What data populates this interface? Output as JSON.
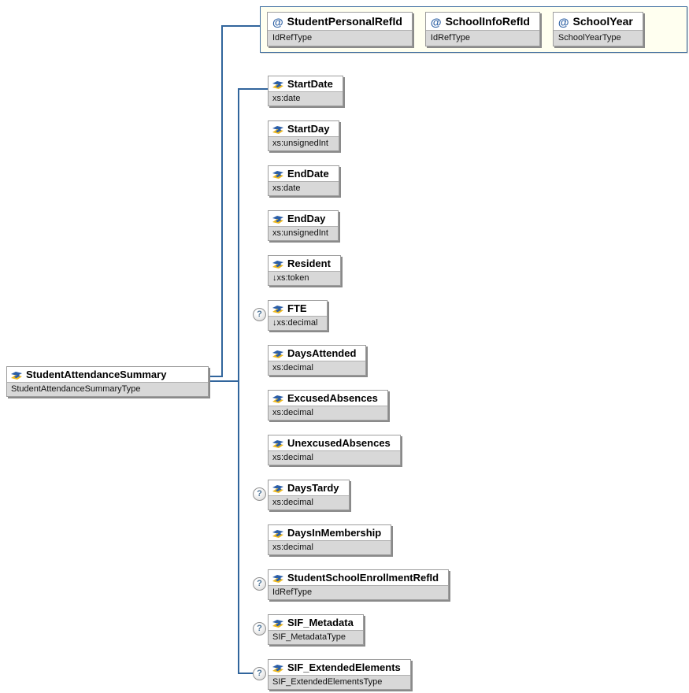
{
  "diagram": {
    "attribute_marker": "@",
    "optional_marker": "?",
    "root": {
      "name": "StudentAttendanceSummary",
      "type": "StudentAttendanceSummaryType"
    },
    "attributes": [
      {
        "name": "StudentPersonalRefId",
        "type": "IdRefType"
      },
      {
        "name": "SchoolInfoRefId",
        "type": "IdRefType"
      },
      {
        "name": "SchoolYear",
        "type": "SchoolYearType"
      }
    ],
    "elements": [
      {
        "name": "StartDate",
        "type": "xs:date",
        "optional": false
      },
      {
        "name": "StartDay",
        "type": "xs:unsignedInt",
        "optional": false
      },
      {
        "name": "EndDate",
        "type": "xs:date",
        "optional": false
      },
      {
        "name": "EndDay",
        "type": "xs:unsignedInt",
        "optional": false
      },
      {
        "name": "Resident",
        "type": "↓xs:token",
        "optional": false
      },
      {
        "name": "FTE",
        "type": "↓xs:decimal",
        "optional": true
      },
      {
        "name": "DaysAttended",
        "type": "xs:decimal",
        "optional": false
      },
      {
        "name": "ExcusedAbsences",
        "type": "xs:decimal",
        "optional": false
      },
      {
        "name": "UnexcusedAbsences",
        "type": "xs:decimal",
        "optional": false
      },
      {
        "name": "DaysTardy",
        "type": "xs:decimal",
        "optional": true
      },
      {
        "name": "DaysInMembership",
        "type": "xs:decimal",
        "optional": false
      },
      {
        "name": "StudentSchoolEnrollmentRefId",
        "type": "IdRefType",
        "optional": true
      },
      {
        "name": "SIF_Metadata",
        "type": "SIF_MetadataType",
        "optional": true
      },
      {
        "name": "SIF_ExtendedElements",
        "type": "SIF_ExtendedElementsType",
        "optional": true
      }
    ],
    "colors": {
      "connector": "#31659c",
      "group_bg": "#fffff0",
      "group_border": "#3a6a9e",
      "box_border": "#9d9d9d",
      "box_shadow": "#8a8a8a",
      "type_row_bg": "#d8d8d8",
      "attr_at_color": "#2b5fa3",
      "icon_blue": "#2b5ea7",
      "icon_yellow": "#edb81e",
      "qmark_color": "#4a7296"
    }
  }
}
